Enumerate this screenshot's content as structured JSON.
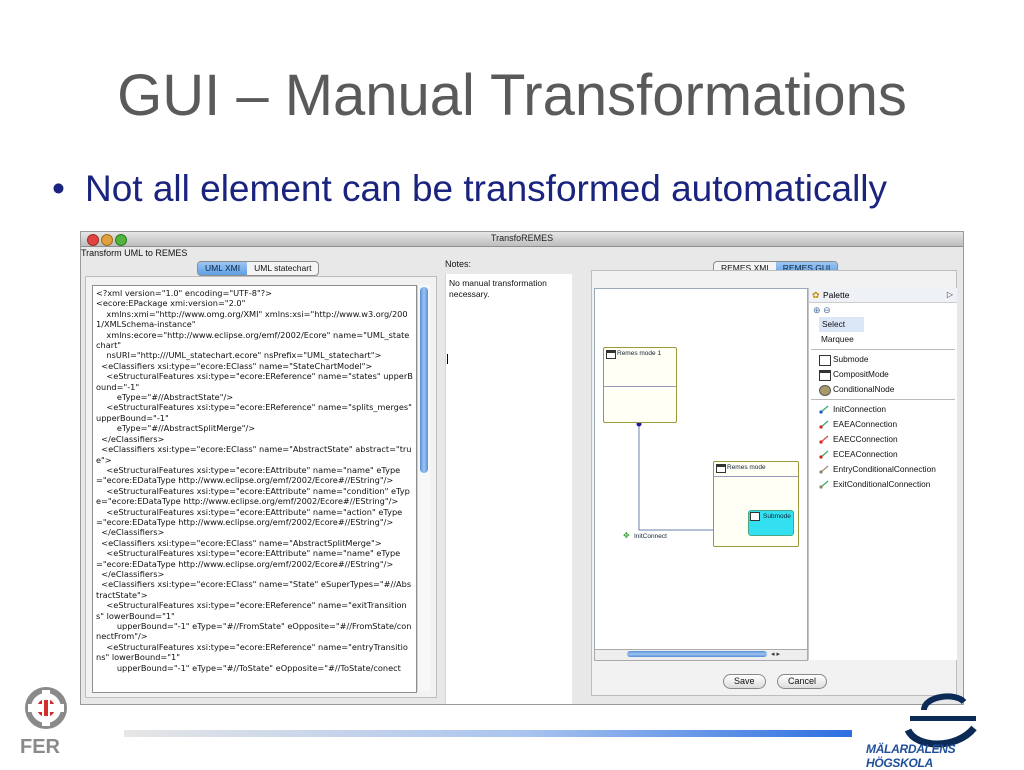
{
  "slide": {
    "title": "GUI – Manual Transformations",
    "bullet": "Not all element can be transformed automatically"
  },
  "window": {
    "title": "TransfoREMES",
    "subtitle": "Transform UML to REMES"
  },
  "left_tabs": [
    {
      "label": "UML XMI",
      "active": true
    },
    {
      "label": "UML statechart",
      "active": false
    }
  ],
  "xml_text": "<?xml version=\"1.0\" encoding=\"UTF-8\"?>\n<ecore:EPackage xmi:version=\"2.0\"\n    xmlns:xmi=\"http://www.omg.org/XMI\" xmlns:xsi=\"http://www.w3.org/2001/XMLSchema-instance\"\n    xmlns:ecore=\"http://www.eclipse.org/emf/2002/Ecore\" name=\"UML_statechart\"\n    nsURI=\"http:///UML_statechart.ecore\" nsPrefix=\"UML_statechart\">\n  <eClassifiers xsi:type=\"ecore:EClass\" name=\"StateChartModel\">\n    <eStructuralFeatures xsi:type=\"ecore:EReference\" name=\"states\" upperBound=\"-1\"\n        eType=\"#//AbstractState\"/>\n    <eStructuralFeatures xsi:type=\"ecore:EReference\" name=\"splits_merges\" upperBound=\"-1\"\n        eType=\"#//AbstractSplitMerge\"/>\n  </eClassifiers>\n  <eClassifiers xsi:type=\"ecore:EClass\" name=\"AbstractState\" abstract=\"true\">\n    <eStructuralFeatures xsi:type=\"ecore:EAttribute\" name=\"name\" eType=\"ecore:EDataType http://www.eclipse.org/emf/2002/Ecore#//EString\"/>\n    <eStructuralFeatures xsi:type=\"ecore:EAttribute\" name=\"condition\" eType=\"ecore:EDataType http://www.eclipse.org/emf/2002/Ecore#//EString\"/>\n    <eStructuralFeatures xsi:type=\"ecore:EAttribute\" name=\"action\" eType=\"ecore:EDataType http://www.eclipse.org/emf/2002/Ecore#//EString\"/>\n  </eClassifiers>\n  <eClassifiers xsi:type=\"ecore:EClass\" name=\"AbstractSplitMerge\">\n    <eStructuralFeatures xsi:type=\"ecore:EAttribute\" name=\"name\" eType=\"ecore:EDataType http://www.eclipse.org/emf/2002/Ecore#//EString\"/>\n  </eClassifiers>\n  <eClassifiers xsi:type=\"ecore:EClass\" name=\"State\" eSuperTypes=\"#//AbstractState\">\n    <eStructuralFeatures xsi:type=\"ecore:EReference\" name=\"exitTransitions\" lowerBound=\"1\"\n        upperBound=\"-1\" eType=\"#//FromState\" eOpposite=\"#//FromState/connectFrom\"/>\n    <eStructuralFeatures xsi:type=\"ecore:EReference\" name=\"entryTransitions\" lowerBound=\"1\"\n        upperBound=\"-1\" eType=\"#//ToState\" eOpposite=\"#//ToState/conect",
  "notes": {
    "label": "Notes:",
    "text": "No manual transformation necessary."
  },
  "right_tabs": [
    {
      "label": "REMES XMI",
      "active": false
    },
    {
      "label": "REMES GUI",
      "active": true
    }
  ],
  "diagram": {
    "node1_label": "Remes mode 1",
    "node2_label": "Remes mode",
    "submode_label": "Submode",
    "init_label": "InitConnect"
  },
  "palette": {
    "title": "Palette",
    "items": [
      {
        "label": "Select",
        "icon": "select-icon"
      },
      {
        "label": "Marquee",
        "icon": "marquee-icon"
      },
      {
        "label": "Submode",
        "icon": "submode-icon"
      },
      {
        "label": "CompositMode",
        "icon": "composite-mode-icon"
      },
      {
        "label": "ConditionalNode",
        "icon": "conditional-node-icon"
      },
      {
        "label": "InitConnection",
        "icon": "connection-icon"
      },
      {
        "label": "EAEAConnection",
        "icon": "connection-icon"
      },
      {
        "label": "EAECConnection",
        "icon": "connection-icon"
      },
      {
        "label": "ECEAConnection",
        "icon": "connection-icon"
      },
      {
        "label": "EntryConditionalConnection",
        "icon": "connection-icon"
      },
      {
        "label": "ExitConditionalConnection",
        "icon": "connection-icon"
      }
    ]
  },
  "buttons": {
    "save": "Save",
    "cancel": "Cancel"
  },
  "logos": {
    "fer": "FER",
    "mdh": "MÄLARDALENS HÖGSKOLA"
  },
  "colors": {
    "title": "#5a5a5a",
    "bullet": "#1a237e",
    "accent": "#5f9fe4",
    "submode": "#33e0f0"
  }
}
